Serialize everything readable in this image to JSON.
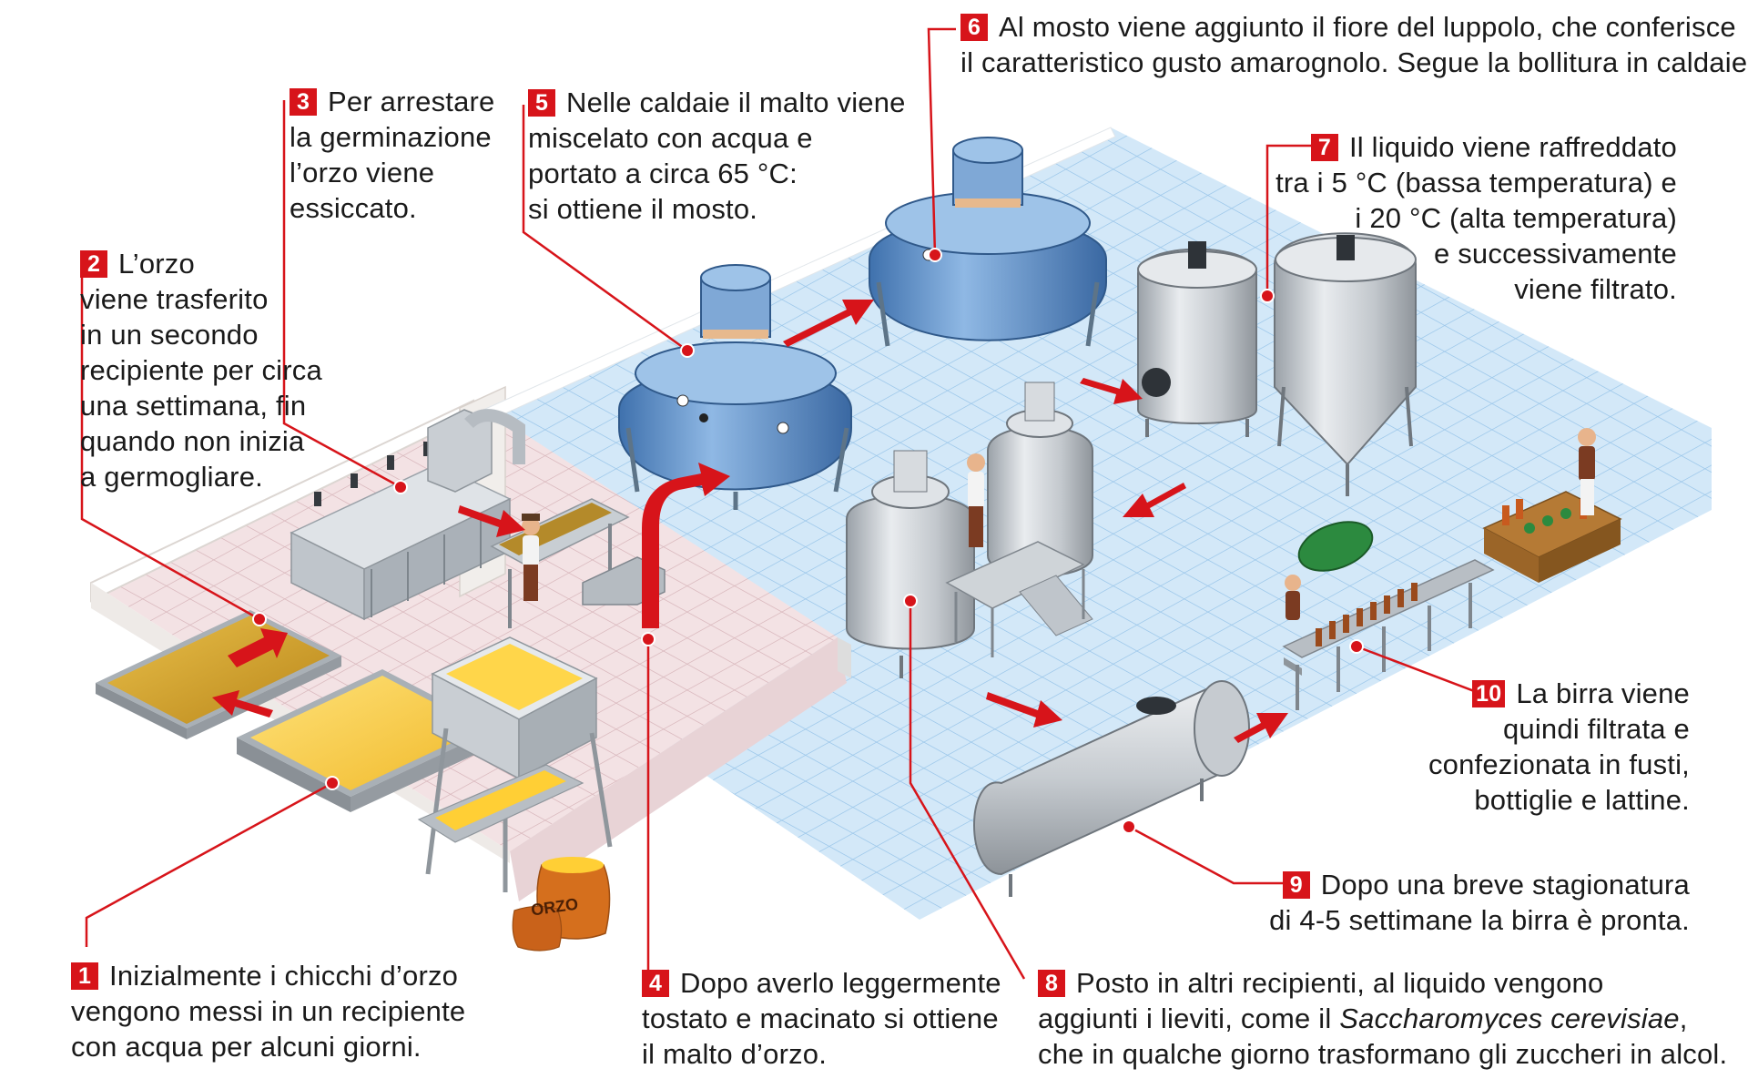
{
  "steps": [
    {
      "num": "1",
      "lines": [
        "Inizialmente i chicchi d’orzo",
        "vengono messi in un recipiente",
        "con acqua per alcuni giorni."
      ]
    },
    {
      "num": "2",
      "lines": [
        "L’orzo",
        "viene trasferito",
        "in un secondo",
        "recipiente per circa",
        "una settimana, fin",
        "quando non inizia",
        "a germogliare."
      ]
    },
    {
      "num": "3",
      "lines": [
        "Per arrestare",
        "la germinazione",
        "l’orzo viene",
        "essiccato."
      ]
    },
    {
      "num": "4",
      "lines": [
        "Dopo averlo leggermente",
        "tostato e macinato si ottiene",
        "il malto d’orzo."
      ]
    },
    {
      "num": "5",
      "lines": [
        "Nelle caldaie il malto viene",
        "miscelato con acqua e",
        "portato a circa 65 °C:",
        "si ottiene il mosto."
      ]
    },
    {
      "num": "6",
      "lines": [
        "Al mosto viene aggiunto il fiore del luppolo, che conferisce",
        "il caratteristico gusto amarognolo. Segue la bollitura in caldaie."
      ]
    },
    {
      "num": "7",
      "lines": [
        "Il liquido viene raffreddato",
        "tra i 5 °C (bassa temperatura) e",
        "i 20 °C (alta temperatura)",
        "e successivamente",
        "viene filtrato."
      ]
    },
    {
      "num": "8",
      "lines": [
        "Posto in altri recipienti, al liquido vengono",
        "aggiunti i lieviti, come il ",
        "che in qualche giorno trasformano gli zuccheri in alcol."
      ],
      "italic": "Saccharomyces cerevisiae",
      "after_italic": ","
    },
    {
      "num": "9",
      "lines": [
        "Dopo una breve stagionatura",
        "di 4-5 settimane la birra è pronta."
      ]
    },
    {
      "num": "10",
      "lines": [
        "La birra viene",
        "quindi filtrata e",
        "confezionata in fusti,",
        "bottiglie e lattine."
      ]
    }
  ],
  "sack_label": "ORZO",
  "colors": {
    "accent": "#d7141a",
    "tile_blue": "#cfe6f7",
    "tile_pink": "#f2dfe2",
    "wall": "#f4f2f0",
    "kettle": "#5b8fc9",
    "steel": "#c9ced3",
    "grain": "#d9a21f"
  }
}
